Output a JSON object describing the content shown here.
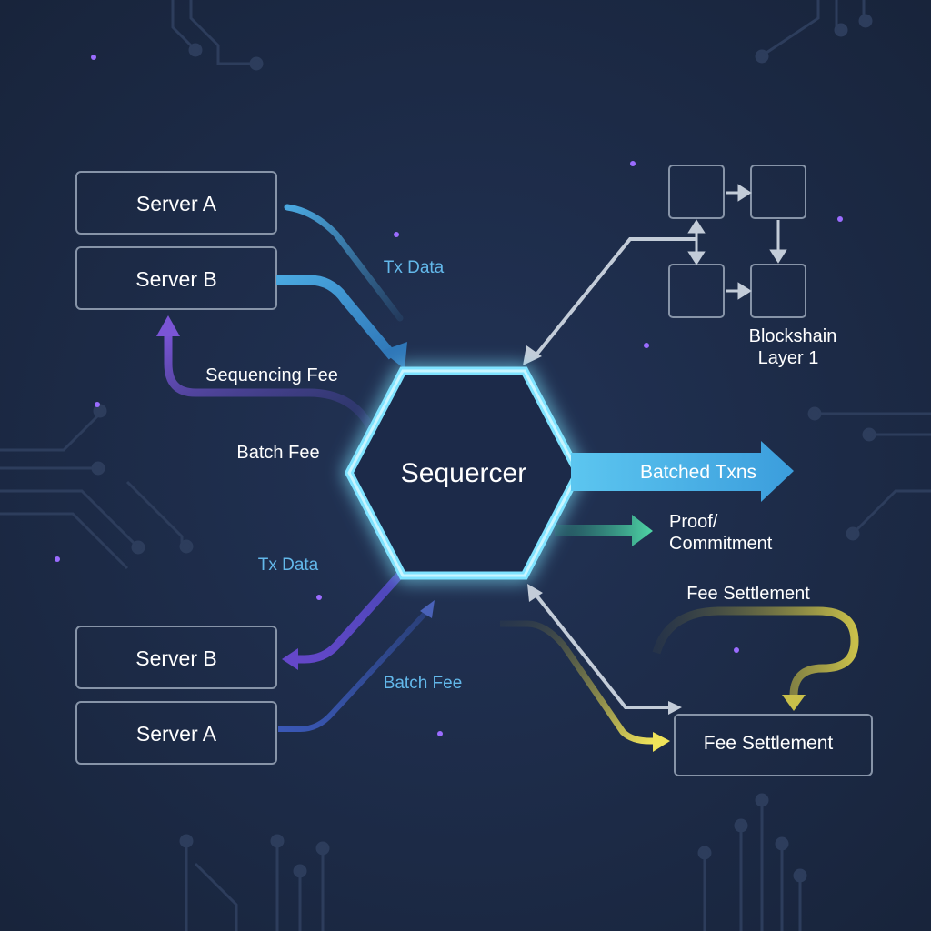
{
  "colors": {
    "background": "#1b2942",
    "sequencer_glow": "#7fe3ff",
    "arrow_blue": "#4aa8e0",
    "arrow_purple": "#6a4fc8",
    "arrow_gray": "#c3ccd8",
    "arrow_green": "#4fd6a6",
    "arrow_yellow": "#e7df55",
    "box_stroke": "#8794a8",
    "text_white": "#ffffff",
    "text_blue": "#63b8ea"
  },
  "servers": {
    "top_a": "Server A",
    "top_b": "Server B",
    "bottom_b": "Server B",
    "bottom_a": "Server A"
  },
  "sequencer": {
    "label": "Sequercer"
  },
  "labels": {
    "tx_data_top": "Tx Data",
    "sequencing_fee": "Sequencing Fee",
    "batch_fee_left": "Batch Fee",
    "tx_data_bottom": "Tx Data",
    "batch_fee_bottom": "Batch Fee",
    "batched_txns": "Batched Txns",
    "proof_line1": "Proof/",
    "proof_line2": "Commitment",
    "fee_settlement_top": "Fee Settlement",
    "fee_settlement_box": "Fee Settlement",
    "blockchain_line1": "Blockshain",
    "blockchain_line2": "Layer 1"
  },
  "icons": {
    "blockchain": "blockchain-grid-icon",
    "circuit": "circuit-trace-decoration",
    "stars": "sparkle-dot-decoration"
  }
}
